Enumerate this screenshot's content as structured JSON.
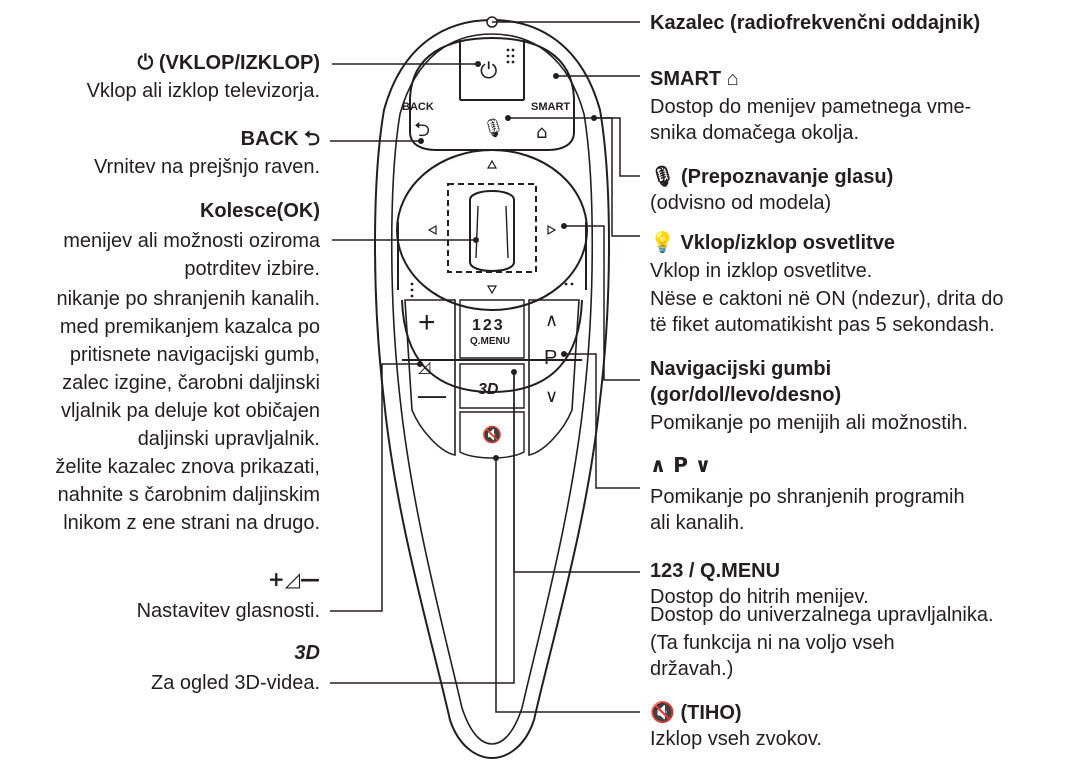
{
  "remote": {
    "back_label": "BACK",
    "smart_label": "SMART",
    "qmenu_label": "Q.MENU",
    "numbers_label": "123",
    "p_label": "P",
    "three_d_label": "3D",
    "power_symbol": "⏻",
    "mic_symbol": "🎙",
    "mute_symbol": "🔇"
  },
  "left_callouts": {
    "power": {
      "title": "⏻ (VKLOP/IZKLOP)",
      "text": "Vklop ali izklop televizorja."
    },
    "back": {
      "title": "BACK ⮌",
      "text": "Vrnitev na prejšnjo raven."
    },
    "wheel": {
      "title": "Kolesce(OK)",
      "lines": [
        "menijev ali možnosti oziroma",
        "potrditev izbire.",
        "nikanje po shranjenih kanalih.",
        "med premikanjem kazalca po",
        "pritisnete navigacijski gumb,",
        "zalec izgine, čarobni daljinski",
        "vljalnik pa deluje kot običajen",
        "daljinski upravljalnik.",
        "želite kazalec znova prikazati,",
        "nahnite s čarobnim daljinskim",
        "lnikom z ene strani na drugo."
      ]
    },
    "volume": {
      "symbol": "+◿—",
      "text": "Nastavitev glasnosti."
    },
    "three_d": {
      "symbol": "3D",
      "text": "Za ogled 3D-videa."
    }
  },
  "right_callouts": {
    "pointer": {
      "title": "Kazalec (radiofrekvenčni oddajnik)"
    },
    "smart": {
      "title": "SMART ⌂",
      "lines": [
        "Dostop do menijev pametnega vme-",
        "snika domačega okolja."
      ]
    },
    "voice": {
      "title": "🎙 (Prepoznavanje glasu)",
      "lines": [
        "(odvisno od modela)"
      ]
    },
    "light": {
      "title": "💡 Vklop/izklop osvetlitve",
      "lines": [
        "Vklop in izklop osvetlitve.",
        "Nëse e caktoni në ON (ndezur), drita do",
        "të fiket automatikisht pas 5 sekondash."
      ]
    },
    "nav": {
      "title_lines": [
        "Navigacijski gumbi",
        "(gor/dol/levo/desno)"
      ],
      "lines": [
        "Pomikanje po menijih ali možnostih."
      ]
    },
    "channel": {
      "title": "∧ P ∨",
      "lines": [
        "Pomikanje po shranjenih programih",
        "ali kanalih."
      ]
    },
    "qmenu": {
      "title": "123 / Q.MENU",
      "lines": [
        "Dostop do hitrih menijev.",
        "Dostop do univerzalnega upravljalnika.",
        "(Ta funkcija ni na voljo vseh",
        "državah.)"
      ]
    },
    "mute": {
      "title": "🔇 (TIHO)",
      "lines": [
        "Izklop vseh zvokov."
      ]
    }
  }
}
